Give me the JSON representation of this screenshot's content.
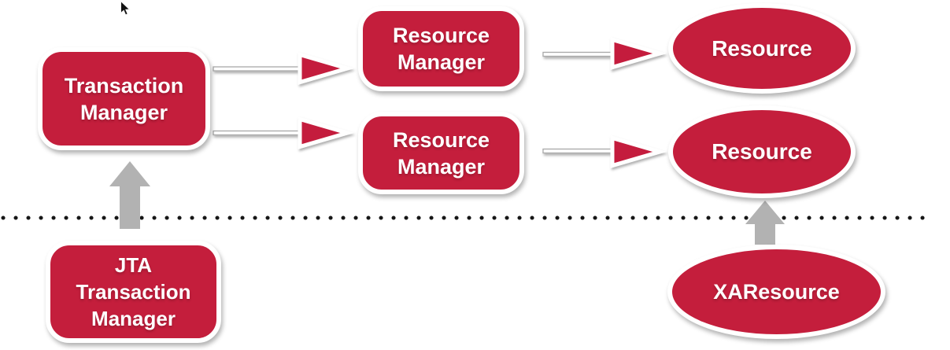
{
  "diagram": {
    "colors": {
      "node_fill": "#c41e3c",
      "node_border": "#ffffff",
      "node_text": "#ffffff",
      "gray_arrow": "#b2b2b2",
      "dot_line": "#161616",
      "background": "#ffffff"
    },
    "nodes": {
      "transaction_manager": {
        "shape": "rounded-box",
        "lines": [
          "Transaction",
          "Manager"
        ]
      },
      "resource_manager_1": {
        "shape": "rounded-box",
        "lines": [
          "Resource",
          "Manager"
        ]
      },
      "resource_manager_2": {
        "shape": "rounded-box",
        "lines": [
          "Resource",
          "Manager"
        ]
      },
      "resource_1": {
        "shape": "ellipse",
        "lines": [
          "Resource"
        ]
      },
      "resource_2": {
        "shape": "ellipse",
        "lines": [
          "Resource"
        ]
      },
      "jta_transaction_manager": {
        "shape": "rounded-box",
        "lines": [
          "JTA",
          "Transaction",
          "Manager"
        ]
      },
      "xa_resource": {
        "shape": "ellipse",
        "lines": [
          "XAResource"
        ]
      }
    },
    "connectors": [
      {
        "from": "transaction_manager",
        "to": "resource_manager_1",
        "style": "outlined-red-arrow-right"
      },
      {
        "from": "transaction_manager",
        "to": "resource_manager_2",
        "style": "outlined-red-arrow-right"
      },
      {
        "from": "resource_manager_1",
        "to": "resource_1",
        "style": "outlined-red-arrow-right"
      },
      {
        "from": "resource_manager_2",
        "to": "resource_2",
        "style": "outlined-red-arrow-right"
      },
      {
        "from": "jta_transaction_manager",
        "to": "transaction_manager",
        "style": "solid-gray-arrow-up"
      },
      {
        "from": "xa_resource",
        "to": "resource_2",
        "style": "solid-gray-arrow-up"
      }
    ],
    "separator": {
      "style": "black-dotted-horizontal-line"
    }
  }
}
